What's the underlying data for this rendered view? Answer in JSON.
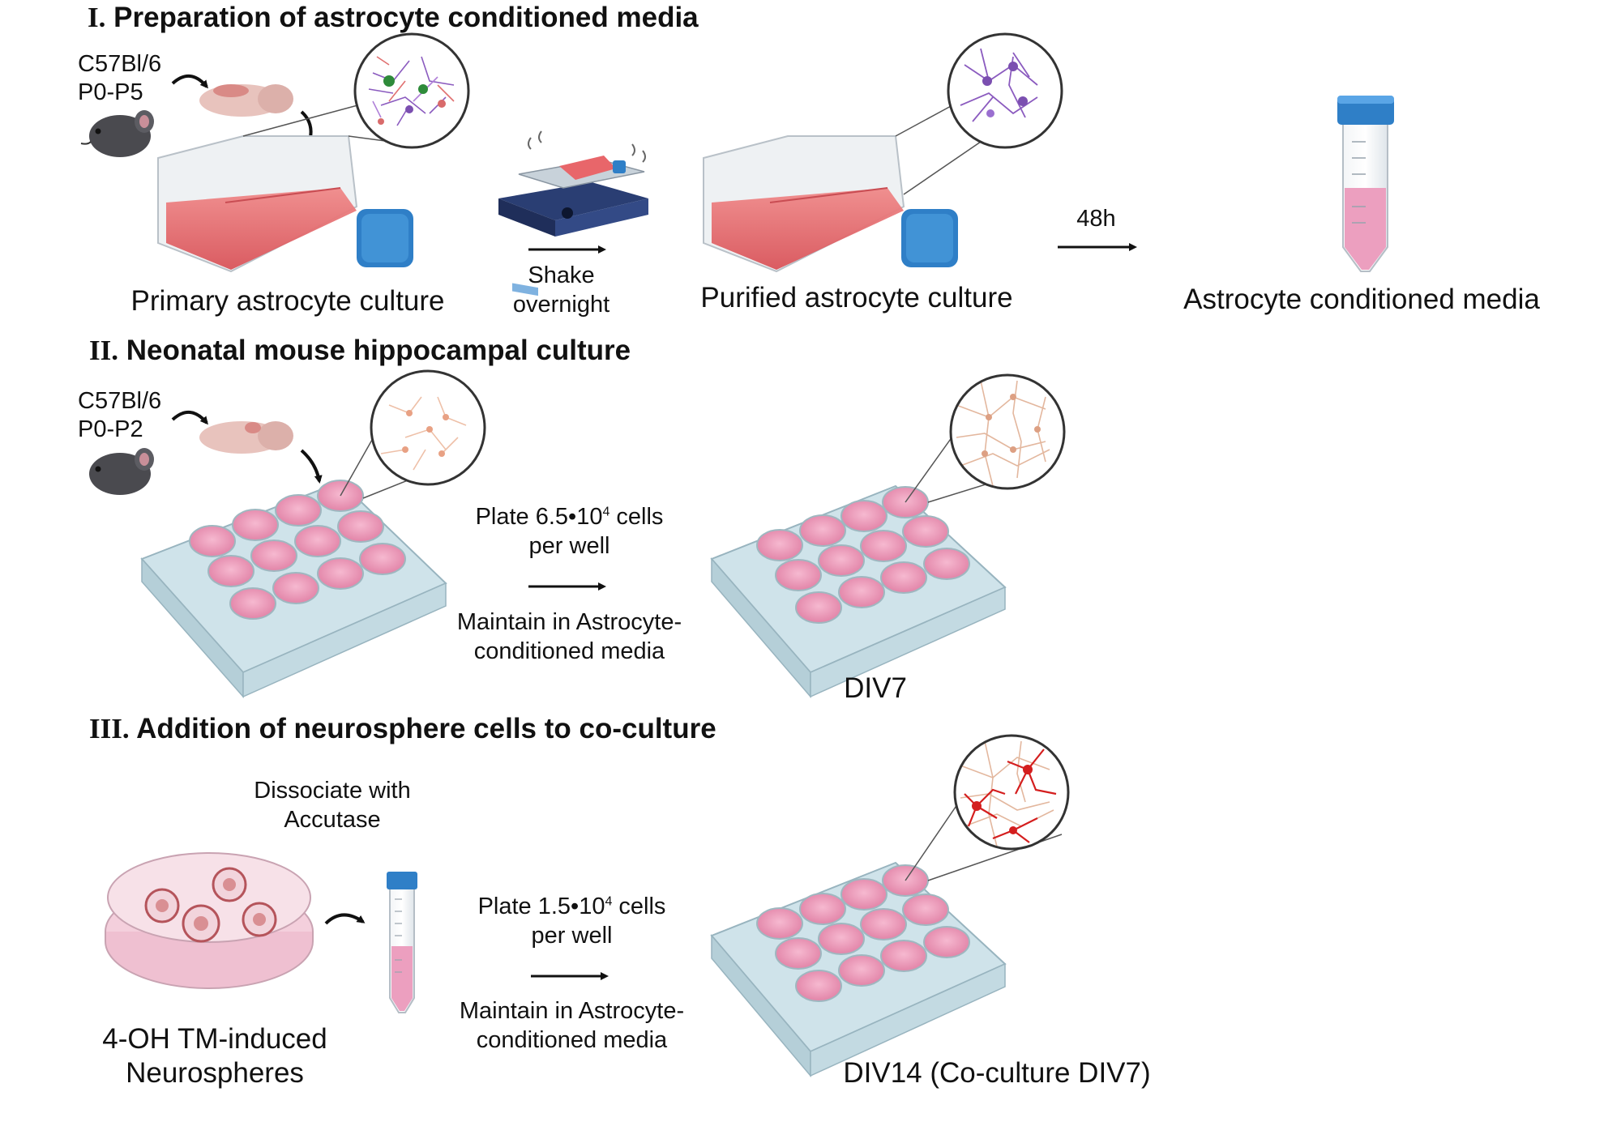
{
  "section1": {
    "title_num": "I.",
    "title_text": "Preparation of astrocyte conditioned media",
    "mouse_strain": "C57Bl/6",
    "mouse_age": "P0-P5",
    "primary_caption": "Primary astrocyte culture",
    "shake_line1": "Shake",
    "shake_line2": "overnight",
    "purified_caption": "Purified astrocyte culture",
    "time_label": "48h",
    "media_caption": "Astrocyte conditioned media"
  },
  "section2": {
    "title_num": "II.",
    "title_text": "Neonatal mouse hippocampal culture",
    "mouse_strain": "C57Bl/6",
    "mouse_age": "P0-P2",
    "plate_prefix": "Plate 6.5•10",
    "plate_exp": "4",
    "plate_suffix": " cells",
    "plate_line2": "per well",
    "maintain_line1": "Maintain in Astrocyte-",
    "maintain_line2": "conditioned media",
    "div_caption": "DIV7"
  },
  "section3": {
    "title_num": "III.",
    "title_text": "Addition of neurosphere cells  to co-culture",
    "dissociate_line1": "Dissociate with",
    "dissociate_line2": "Accutase",
    "plate_prefix": "Plate 1.5•10",
    "plate_exp": "4",
    "plate_suffix": " cells",
    "plate_line2": "per well",
    "maintain_line1": "Maintain in Astrocyte-",
    "maintain_line2": "conditioned media",
    "neuro_line1": "4-OH TM-induced",
    "neuro_line2": "Neurospheres",
    "div_caption": "DIV14 (Co-culture DIV7)"
  },
  "colors": {
    "media_red": "#e8666a",
    "well_pink": "#e98bb0",
    "cap_blue": "#2f7fc7",
    "plate_blue": "#cfe3ea",
    "astro_purple": "#7b4fb0",
    "neuron_beige": "#e8b99e",
    "neuron_red": "#d41e1e",
    "mouse_gray": "#4a4a4f"
  },
  "icons": [
    "mouse-icon",
    "brain-icon",
    "culture-flask-icon",
    "orbital-shaker-icon",
    "conical-tube-icon",
    "well-plate-icon",
    "petri-dish-icon",
    "magnified-cells-icon",
    "arrow-icon"
  ]
}
